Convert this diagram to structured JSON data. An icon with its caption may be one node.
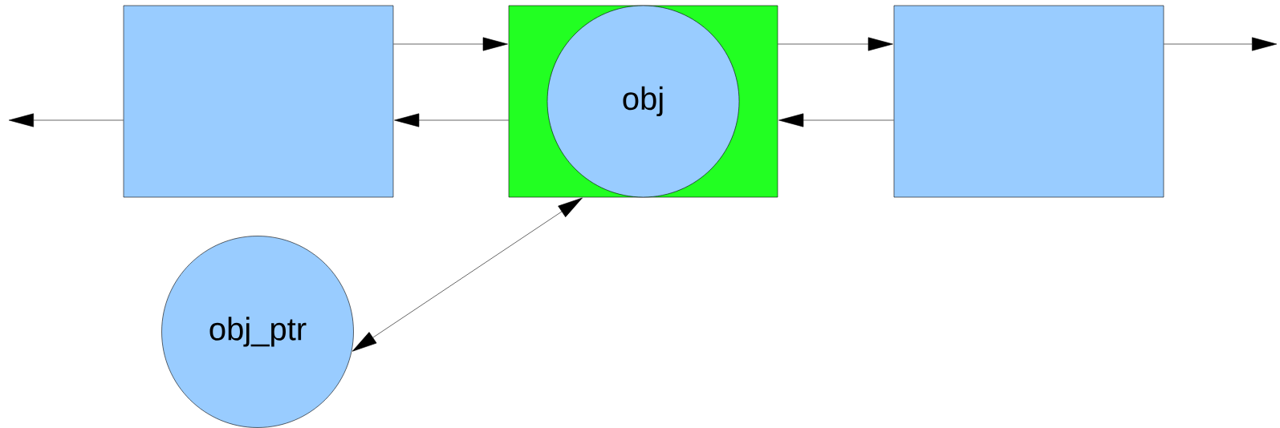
{
  "diagram": {
    "nodes": [
      {
        "text": [],
        "shape": "box"
      },
      {
        "text": [],
        "shape": "box"
      },
      {
        "text": [
          "obj"
        ],
        "in": 1
      },
      {
        "text": [],
        "shape": "box"
      },
      {
        "text": [
          "obj_ptr"
        ]
      }
    ],
    "edges": [
      {
        "from": 0,
        "to": 1,
        "arrow": "to"
      },
      {
        "from": 1,
        "to": 0,
        "arrow": "to"
      },
      {
        "from": 1,
        "to": 3,
        "arrow": "to"
      },
      {
        "from": 3,
        "to": 1,
        "arrow": "to"
      },
      {
        "from": 3,
        "to": null,
        "arrow": "to"
      },
      {
        "from": 0,
        "to": null,
        "arrow": "to"
      },
      {
        "from": 4,
        "to": 1,
        "arrow": "both"
      }
    ]
  }
}
